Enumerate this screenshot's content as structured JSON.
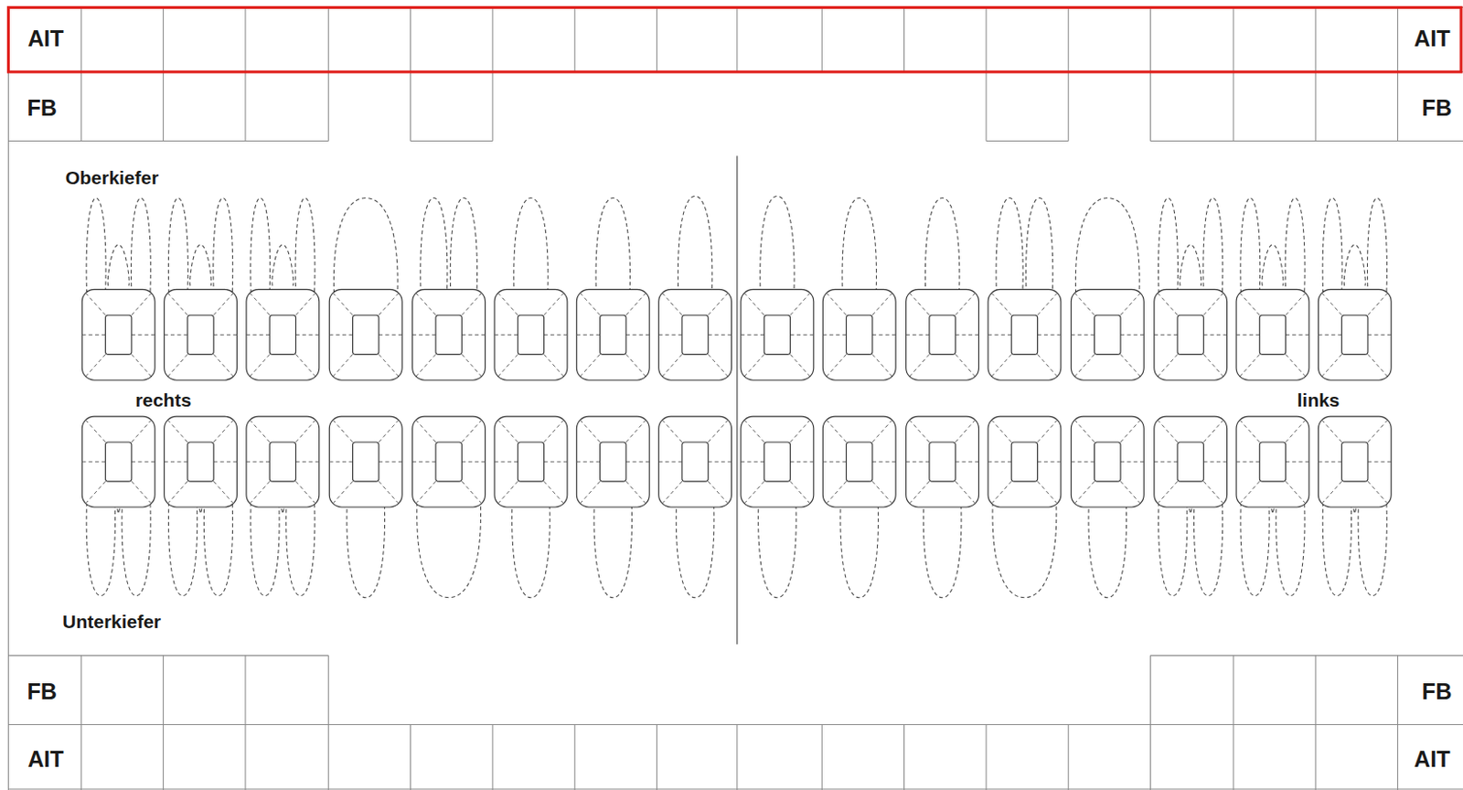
{
  "diagram": {
    "labels": [
      "AIT",
      "AIT",
      "FB",
      "FB",
      "Oberkiefer",
      "rechts",
      "links",
      "Unterkiefer",
      "FB",
      "FB",
      "AIT",
      "AIT"
    ]
  }
}
